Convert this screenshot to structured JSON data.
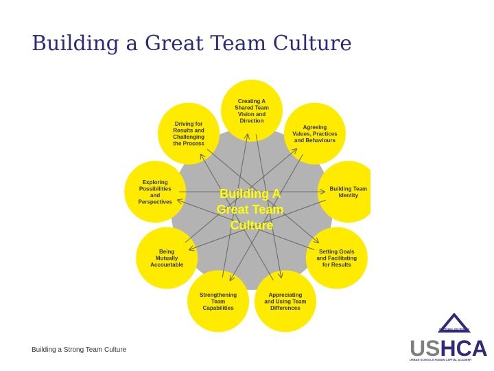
{
  "slide": {
    "title": "Building a Great Team Culture",
    "footer": "Building a Strong Team Culture"
  },
  "diagram": {
    "center": [
      "Building A",
      "Great Team",
      "Culture"
    ],
    "nodes": [
      {
        "id": "vision",
        "lines": [
          "Creating A",
          "Shared Team",
          "Vision and",
          "Direction"
        ]
      },
      {
        "id": "values",
        "lines": [
          "Agreeing",
          "Values, Practices",
          "and Behaviours"
        ]
      },
      {
        "id": "identity",
        "lines": [
          "Building Team",
          "Identity"
        ]
      },
      {
        "id": "goals",
        "lines": [
          "Setting Goals",
          "and Facilitating",
          "for Results"
        ]
      },
      {
        "id": "differences",
        "lines": [
          "Appreciating",
          "and Using Team",
          "Differences"
        ]
      },
      {
        "id": "capabilities",
        "lines": [
          "Strengthening",
          "Team",
          "Capabilities"
        ]
      },
      {
        "id": "accountable",
        "lines": [
          "Being",
          "Mutually",
          "Accountable"
        ]
      },
      {
        "id": "possibilities",
        "lines": [
          "Exploring",
          "Possibilities",
          "and",
          "Perspectives"
        ]
      },
      {
        "id": "challenging",
        "lines": [
          "Driving for",
          "Results and",
          "Challenging",
          "the Process"
        ]
      }
    ],
    "colors": {
      "node": "#ffeb00",
      "center": "#b3b3b3",
      "center_text": "#ffff00",
      "arrow": "#666666"
    }
  },
  "logo": {
    "tagline": "Get Ready, Get Results",
    "word_a": "US",
    "word_b": "HCA",
    "subtitle": "URBAN SCHOOLS HUMAN CAPITAL ACADEMY",
    "colors": {
      "gray": "#7f7f7f",
      "purple": "#2e2a7a"
    }
  }
}
